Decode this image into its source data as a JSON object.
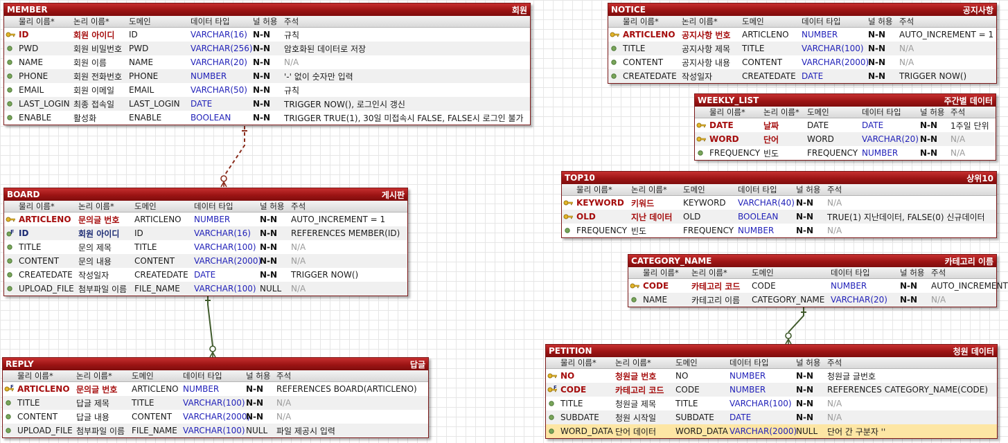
{
  "column_headers": {
    "physical": "물리 이름*",
    "logical": "논리 이름*",
    "domain": "도메인",
    "datatype": "데이터 타입",
    "nullable": "널 허용",
    "comment": "주석"
  },
  "colors": {
    "header_bar": "#9c1414",
    "primary_key_text": "#a50d0d",
    "foreign_key_text": "#1c2b73",
    "datatype_text": "#1f1fb8",
    "muted_text": "#9a9a9a",
    "relationship_line": "#3f5a2b",
    "identifying_relationship_line": "#8a2d1d",
    "highlight_row": "#fde6a4"
  },
  "entities": [
    {
      "key": "member",
      "name": "MEMBER",
      "title": "회원",
      "rows": [
        {
          "icon": "key-icon",
          "kind": "pk",
          "physical": "ID",
          "logical": "회원 아이디",
          "domain": "ID",
          "datatype": "VARCHAR(16)",
          "nullable": "N-N",
          "comment": "규칙"
        },
        {
          "icon": "attribute-icon",
          "kind": "attr",
          "physical": "PWD",
          "logical": "회원 비밀번호",
          "domain": "PWD",
          "datatype": "VARCHAR(256)",
          "nullable": "N-N",
          "comment": "암호화된 데이터로 저장"
        },
        {
          "icon": "attribute-icon",
          "kind": "attr",
          "physical": "NAME",
          "logical": "회원 이름",
          "domain": "NAME",
          "datatype": "VARCHAR(20)",
          "nullable": "N-N",
          "comment": "N/A"
        },
        {
          "icon": "attribute-icon",
          "kind": "attr",
          "physical": "PHONE",
          "logical": "회원 전화번호",
          "domain": "PHONE",
          "datatype": "NUMBER",
          "nullable": "N-N",
          "comment": "'-' 없이 숫자만 입력"
        },
        {
          "icon": "attribute-icon",
          "kind": "attr",
          "physical": "EMAIL",
          "logical": "회원 이메일",
          "domain": "EMAIL",
          "datatype": "VARCHAR(50)",
          "nullable": "N-N",
          "comment": "규칙"
        },
        {
          "icon": "attribute-icon",
          "kind": "attr",
          "physical": "LAST_LOGIN",
          "logical": "최종 접속일",
          "domain": "LAST_LOGIN",
          "datatype": "DATE",
          "nullable": "N-N",
          "comment": "TRIGGER NOW(), 로그인시 갱신"
        },
        {
          "icon": "attribute-icon",
          "kind": "attr",
          "physical": "ENABLE",
          "logical": "활성화",
          "domain": "ENABLE",
          "datatype": "BOOLEAN",
          "nullable": "N-N",
          "comment": "TRIGGER TRUE(1), 30일 미접속시 FALSE, FALSE시 로그인 불가"
        }
      ]
    },
    {
      "key": "board",
      "name": "BOARD",
      "title": "게시판",
      "rows": [
        {
          "icon": "key-icon",
          "kind": "pk",
          "physical": "ARTICLENO",
          "logical": "문의글 번호",
          "domain": "ARTICLENO",
          "datatype": "NUMBER",
          "nullable": "N-N",
          "comment": "AUTO_INCREMENT = 1"
        },
        {
          "icon": "foreign-key-icon",
          "kind": "fk",
          "physical": "ID",
          "logical": "회원 아이디",
          "domain": "ID",
          "datatype": "VARCHAR(16)",
          "nullable": "N-N",
          "comment": "REFERENCES MEMBER(ID)"
        },
        {
          "icon": "attribute-icon",
          "kind": "attr",
          "physical": "TITLE",
          "logical": "문의 제목",
          "domain": "TITLE",
          "datatype": "VARCHAR(100)",
          "nullable": "N-N",
          "comment": "N/A"
        },
        {
          "icon": "attribute-icon",
          "kind": "attr",
          "physical": "CONTENT",
          "logical": "문의 내용",
          "domain": "CONTENT",
          "datatype": "VARCHAR(2000)",
          "nullable": "N-N",
          "comment": "N/A"
        },
        {
          "icon": "attribute-icon",
          "kind": "attr",
          "physical": "CREATEDATE",
          "logical": "작성일자",
          "domain": "CREATEDATE",
          "datatype": "DATE",
          "nullable": "N-N",
          "comment": "TRIGGER NOW()"
        },
        {
          "icon": "attribute-icon",
          "kind": "attr",
          "physical": "UPLOAD_FILE",
          "logical": "첨부파일 이름",
          "domain": "FILE_NAME",
          "datatype": "VARCHAR(100)",
          "nullable": "NULL",
          "comment": "N/A"
        }
      ]
    },
    {
      "key": "reply",
      "name": "REPLY",
      "title": "답글",
      "rows": [
        {
          "icon": "primary-foreign-key-icon",
          "kind": "pk",
          "physical": "ARTICLENO",
          "logical": "문의글 번호",
          "domain": "ARTICLENO",
          "datatype": "NUMBER",
          "nullable": "N-N",
          "comment": "REFERENCES BOARD(ARTICLENO)"
        },
        {
          "icon": "attribute-icon",
          "kind": "attr",
          "physical": "TITLE",
          "logical": "답글 제목",
          "domain": "TITLE",
          "datatype": "VARCHAR(100)",
          "nullable": "N-N",
          "comment": "N/A"
        },
        {
          "icon": "attribute-icon",
          "kind": "attr",
          "physical": "CONTENT",
          "logical": "답글 내용",
          "domain": "CONTENT",
          "datatype": "VARCHAR(2000)",
          "nullable": "N-N",
          "comment": "N/A"
        },
        {
          "icon": "attribute-icon",
          "kind": "attr",
          "physical": "UPLOAD_FILE",
          "logical": "첨부파일 이름",
          "domain": "FILE_NAME",
          "datatype": "VARCHAR(100)",
          "nullable": "NULL",
          "comment": "파일 제공시 입력"
        }
      ]
    },
    {
      "key": "notice",
      "name": "NOTICE",
      "title": "공지사항",
      "rows": [
        {
          "icon": "key-icon",
          "kind": "pk",
          "physical": "ARTICLENO",
          "logical": "공지사항 번호",
          "domain": "ARTICLENO",
          "datatype": "NUMBER",
          "nullable": "N-N",
          "comment": "AUTO_INCREMENT = 1"
        },
        {
          "icon": "attribute-icon",
          "kind": "attr",
          "physical": "TITLE",
          "logical": "공지사항 제목",
          "domain": "TITLE",
          "datatype": "VARCHAR(100)",
          "nullable": "N-N",
          "comment": "N/A"
        },
        {
          "icon": "attribute-icon",
          "kind": "attr",
          "physical": "CONTENT",
          "logical": "공지사항 내용",
          "domain": "CONTENT",
          "datatype": "VARCHAR(2000)",
          "nullable": "N-N",
          "comment": "N/A"
        },
        {
          "icon": "attribute-icon",
          "kind": "attr",
          "physical": "CREATEDATE",
          "logical": "작성일자",
          "domain": "CREATEDATE",
          "datatype": "DATE",
          "nullable": "N-N",
          "comment": "TRIGGER NOW()"
        }
      ]
    },
    {
      "key": "weekly_list",
      "name": "WEEKLY_LIST",
      "title": "주간별 데이터",
      "rows": [
        {
          "icon": "key-icon",
          "kind": "pk",
          "physical": "DATE",
          "logical": "날짜",
          "domain": "DATE",
          "datatype": "DATE",
          "nullable": "N-N",
          "comment": "1주일 단위"
        },
        {
          "icon": "key-icon",
          "kind": "pk",
          "physical": "WORD",
          "logical": "단어",
          "domain": "WORD",
          "datatype": "VARCHAR(20)",
          "nullable": "N-N",
          "comment": "N/A"
        },
        {
          "icon": "attribute-icon",
          "kind": "attr",
          "physical": "FREQUENCY",
          "logical": "빈도",
          "domain": "FREQUENCY",
          "datatype": "NUMBER",
          "nullable": "N-N",
          "comment": "N/A"
        }
      ]
    },
    {
      "key": "top10",
      "name": "TOP10",
      "title": "상위10",
      "rows": [
        {
          "icon": "key-icon",
          "kind": "pk",
          "physical": "KEYWORD",
          "logical": "키워드",
          "domain": "KEYWORD",
          "datatype": "VARCHAR(40)",
          "nullable": "N-N",
          "comment": "N/A"
        },
        {
          "icon": "key-icon",
          "kind": "pk",
          "physical": "OLD",
          "logical": "지난 데이터",
          "domain": "OLD",
          "datatype": "BOOLEAN",
          "nullable": "N-N",
          "comment": "TRUE(1) 지난데이터, FALSE(0) 신규데이터"
        },
        {
          "icon": "attribute-icon",
          "kind": "attr",
          "physical": "FREQUENCY",
          "logical": "빈도",
          "domain": "FREQUENCY",
          "datatype": "NUMBER",
          "nullable": "N-N",
          "comment": "N/A"
        }
      ]
    },
    {
      "key": "category_name",
      "name": "CATEGORY_NAME",
      "title": "카테고리 이름",
      "rows": [
        {
          "icon": "key-icon",
          "kind": "pk",
          "physical": "CODE",
          "logical": "카테고리 코드",
          "domain": "CODE",
          "datatype": "NUMBER",
          "nullable": "N-N",
          "comment": "AUTO_INCREMENT"
        },
        {
          "icon": "attribute-icon",
          "kind": "attr",
          "physical": "NAME",
          "logical": "카테고리 이름",
          "domain": "CATEGORY_NAME",
          "datatype": "VARCHAR(20)",
          "nullable": "N-N",
          "comment": "N/A"
        }
      ]
    },
    {
      "key": "petition",
      "name": "PETITION",
      "title": "청원 데이터",
      "rows": [
        {
          "icon": "key-icon",
          "kind": "pk",
          "physical": "NO",
          "logical": "청원글 번호",
          "domain": "NO",
          "datatype": "NUMBER",
          "nullable": "N-N",
          "comment": "청원글 글번호"
        },
        {
          "icon": "primary-foreign-key-icon",
          "kind": "pk",
          "physical": "CODE",
          "logical": "카테고리 코드",
          "domain": "CODE",
          "datatype": "NUMBER",
          "nullable": "N-N",
          "comment": "REFERENCES CATEGORY_NAME(CODE)"
        },
        {
          "icon": "attribute-icon",
          "kind": "attr",
          "physical": "TITLE",
          "logical": "청원글 제목",
          "domain": "TITLE",
          "datatype": "VARCHAR(100)",
          "nullable": "N-N",
          "comment": "N/A"
        },
        {
          "icon": "attribute-icon",
          "kind": "attr",
          "physical": "SUBDATE",
          "logical": "청원 시작일",
          "domain": "SUBDATE",
          "datatype": "DATE",
          "nullable": "N-N",
          "comment": "N/A"
        },
        {
          "icon": "attribute-icon",
          "kind": "attr",
          "physical": "WORD_DATA",
          "logical": "단어 데이터",
          "domain": "WORD_DATA",
          "datatype": "VARCHAR(2000)",
          "nullable": "NULL",
          "comment": "단어 간 구분자 ''",
          "highlighted": true
        }
      ]
    }
  ],
  "relationships": [
    {
      "from": "MEMBER",
      "to": "BOARD",
      "style": "dashed"
    },
    {
      "from": "BOARD",
      "to": "REPLY",
      "style": "solid"
    },
    {
      "from": "CATEGORY_NAME",
      "to": "PETITION",
      "style": "solid"
    }
  ]
}
